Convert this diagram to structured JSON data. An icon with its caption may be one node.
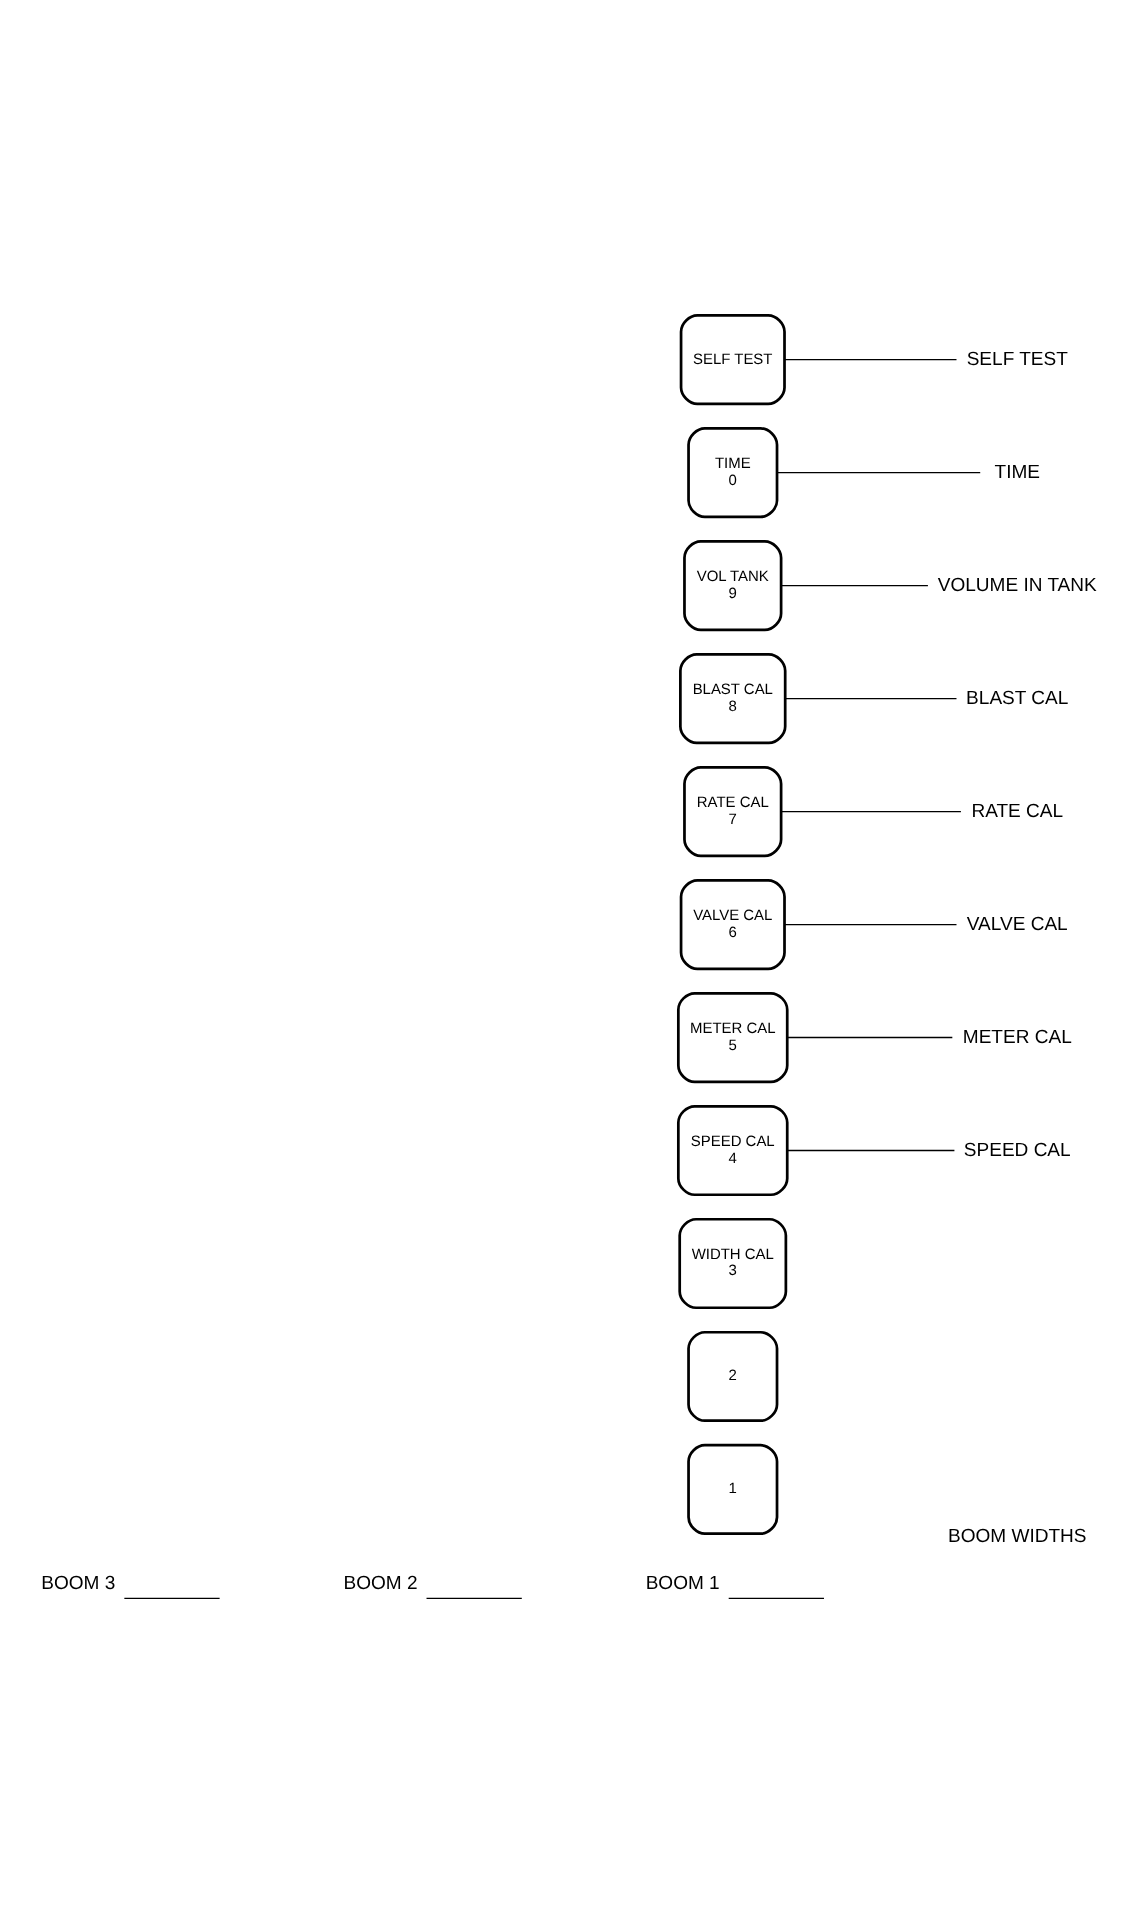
{
  "diagram": {
    "nodes": [
      {
        "text": [
          "1"
        ]
      },
      {
        "text": [
          "2"
        ]
      },
      {
        "text": [
          "WIDTH CAL",
          "3"
        ]
      },
      {
        "text": [
          "SPEED CAL",
          "4"
        ]
      },
      {
        "text": [
          "METER CAL",
          "5"
        ]
      },
      {
        "text": [
          "VALVE CAL",
          "6"
        ]
      },
      {
        "text": [
          "RATE CAL",
          "7"
        ]
      },
      {
        "text": [
          "BLAST CAL",
          "8"
        ]
      },
      {
        "text": [
          "VOL TANK",
          "9"
        ]
      },
      {
        "text": [
          "TIME",
          "0"
        ]
      },
      {
        "text": [
          "SELF TEST"
        ]
      },
      {
        "text": [
          "SPEED CAL"
        ]
      },
      {
        "text": [
          "METER CAL"
        ]
      },
      {
        "text": [
          "VALVE CAL"
        ]
      },
      {
        "text": [
          "RATE CAL"
        ]
      },
      {
        "text": [
          "BLAST CAL"
        ]
      },
      {
        "text": [
          "VOLUME IN TANK"
        ]
      },
      {
        "text": [
          "TIME"
        ]
      },
      {
        "text": [
          "SELF TEST"
        ]
      }
    ],
    "edges": [
      {
        "from": 11,
        "to": 3,
        "arrow": "none"
      },
      {
        "from": 12,
        "to": 4,
        "arrow": "none"
      },
      {
        "from": 13,
        "to": 5,
        "arrow": "none"
      },
      {
        "from": 14,
        "to": 6,
        "arrow": "none"
      },
      {
        "from": 15,
        "to": 7,
        "arrow": "none"
      },
      {
        "from": 16,
        "to": 8,
        "arrow": "none"
      },
      {
        "from": 17,
        "to": 9,
        "arrow": "none"
      },
      {
        "from": 18,
        "to": 10,
        "arrow": "none"
      }
    ],
    "labels": [
      "BOOM WIDTHS",
      "BOOM 1",
      "BOOM 2",
      "BOOM 3"
    ]
  }
}
